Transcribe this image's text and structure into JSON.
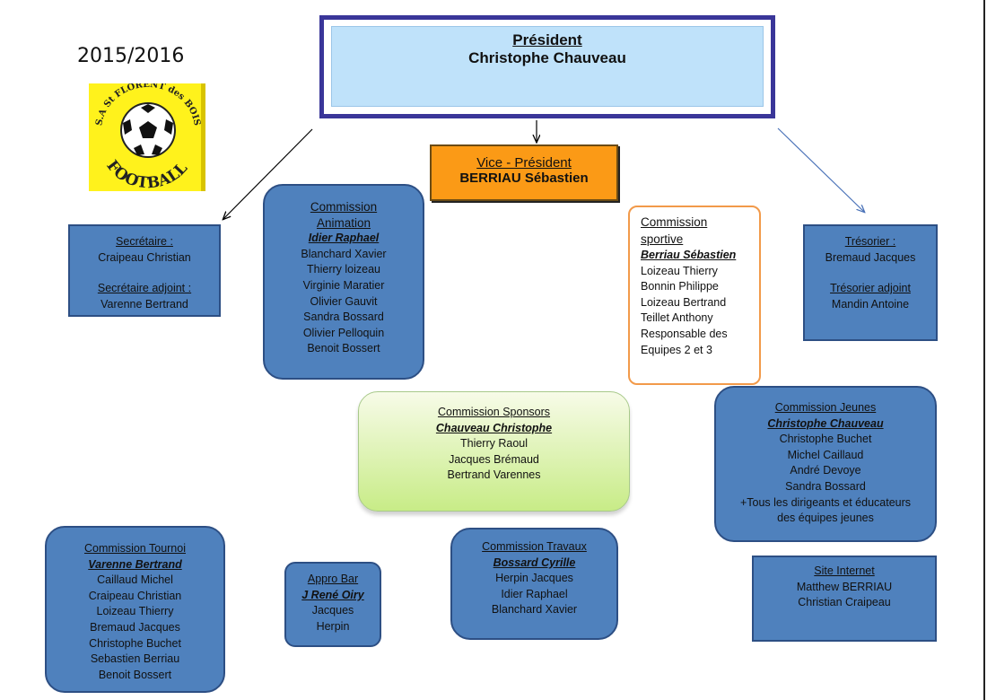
{
  "season": "2015/2016",
  "logo": {
    "text_top": "S.A St FLORENT des BOIS",
    "text_bottom": "FOOTBALL",
    "icon": "soccer-ball-icon",
    "background": "#fff21c"
  },
  "president": {
    "title": "Président",
    "name": "Christophe  Chauveau"
  },
  "vice_president": {
    "title": "Vice  - Président",
    "name": "BERRIAU Sébastien"
  },
  "secretary": {
    "title": "Secrétaire :",
    "name": "Craipeau Christian",
    "deputy_title": "Secrétaire adjoint :",
    "deputy_name": "Varenne Bertrand"
  },
  "treasurer": {
    "title": "Trésorier :",
    "name": "Bremaud Jacques",
    "deputy_title": "Trésorier  adjoint",
    "deputy_name": "Mandin  Antoine"
  },
  "commission_animation": {
    "title_l1": "Commission",
    "title_l2": "Animation",
    "lead": "Idier Raphael",
    "members": [
      "Blanchard  Xavier",
      "Thierry  loizeau",
      "Virginie  Maratier",
      "Olivier Gauvit",
      "Sandra Bossard",
      "Olivier Pelloquin",
      "Benoit Bossert"
    ]
  },
  "commission_sportive": {
    "title_l1": "Commission",
    "title_l2": "sportive",
    "lead": "Berriau  Sébastien",
    "members": [
      "Loizeau Thierry",
      "Bonnin Philippe",
      "Loizeau Bertrand",
      "Teillet Anthony",
      "Responsable des",
      "Equipes 2 et 3"
    ]
  },
  "commission_sponsors": {
    "title": "Commission  Sponsors",
    "lead": "Chauveau Christophe",
    "members": [
      "Thierry  Raoul",
      "Jacques Brémaud",
      "Bertrand Varennes"
    ]
  },
  "commission_jeunes": {
    "title": "Commission Jeunes",
    "lead": "Christophe Chauveau",
    "members": [
      "Christophe Buchet",
      "Michel Caillaud",
      "André Devoye",
      "Sandra Bossard",
      "+Tous les dirigeants et éducateurs",
      "des équipes jeunes"
    ]
  },
  "commission_tournoi": {
    "title": "Commission Tournoi",
    "lead": "Varenne Bertrand",
    "members": [
      "Caillaud Michel",
      "Craipeau Christian",
      "Loizeau Thierry",
      "Bremaud Jacques",
      "Christophe Buchet",
      "Sebastien Berriau",
      "Benoit Bossert"
    ]
  },
  "appro_bar": {
    "title": "Appro Bar",
    "lead": "J René Oiry",
    "members": [
      "Jacques",
      "Herpin"
    ]
  },
  "commission_travaux": {
    "title": "Commission Travaux",
    "lead": "Bossard Cyrille",
    "members": [
      "Herpin Jacques",
      "Idier Raphael",
      "Blanchard Xavier"
    ]
  },
  "site_internet": {
    "title": "Site Internet",
    "members": [
      "Matthew BERRIAU",
      "Christian Craipeau"
    ]
  },
  "colors": {
    "president_border": "#3a3699",
    "president_fill": "#bfe2fa",
    "vice_fill": "#fb9a16",
    "commission_blue": "#4f81bd",
    "sportive_border": "#f29a4a",
    "sponsors_green": "#c8ec87"
  }
}
